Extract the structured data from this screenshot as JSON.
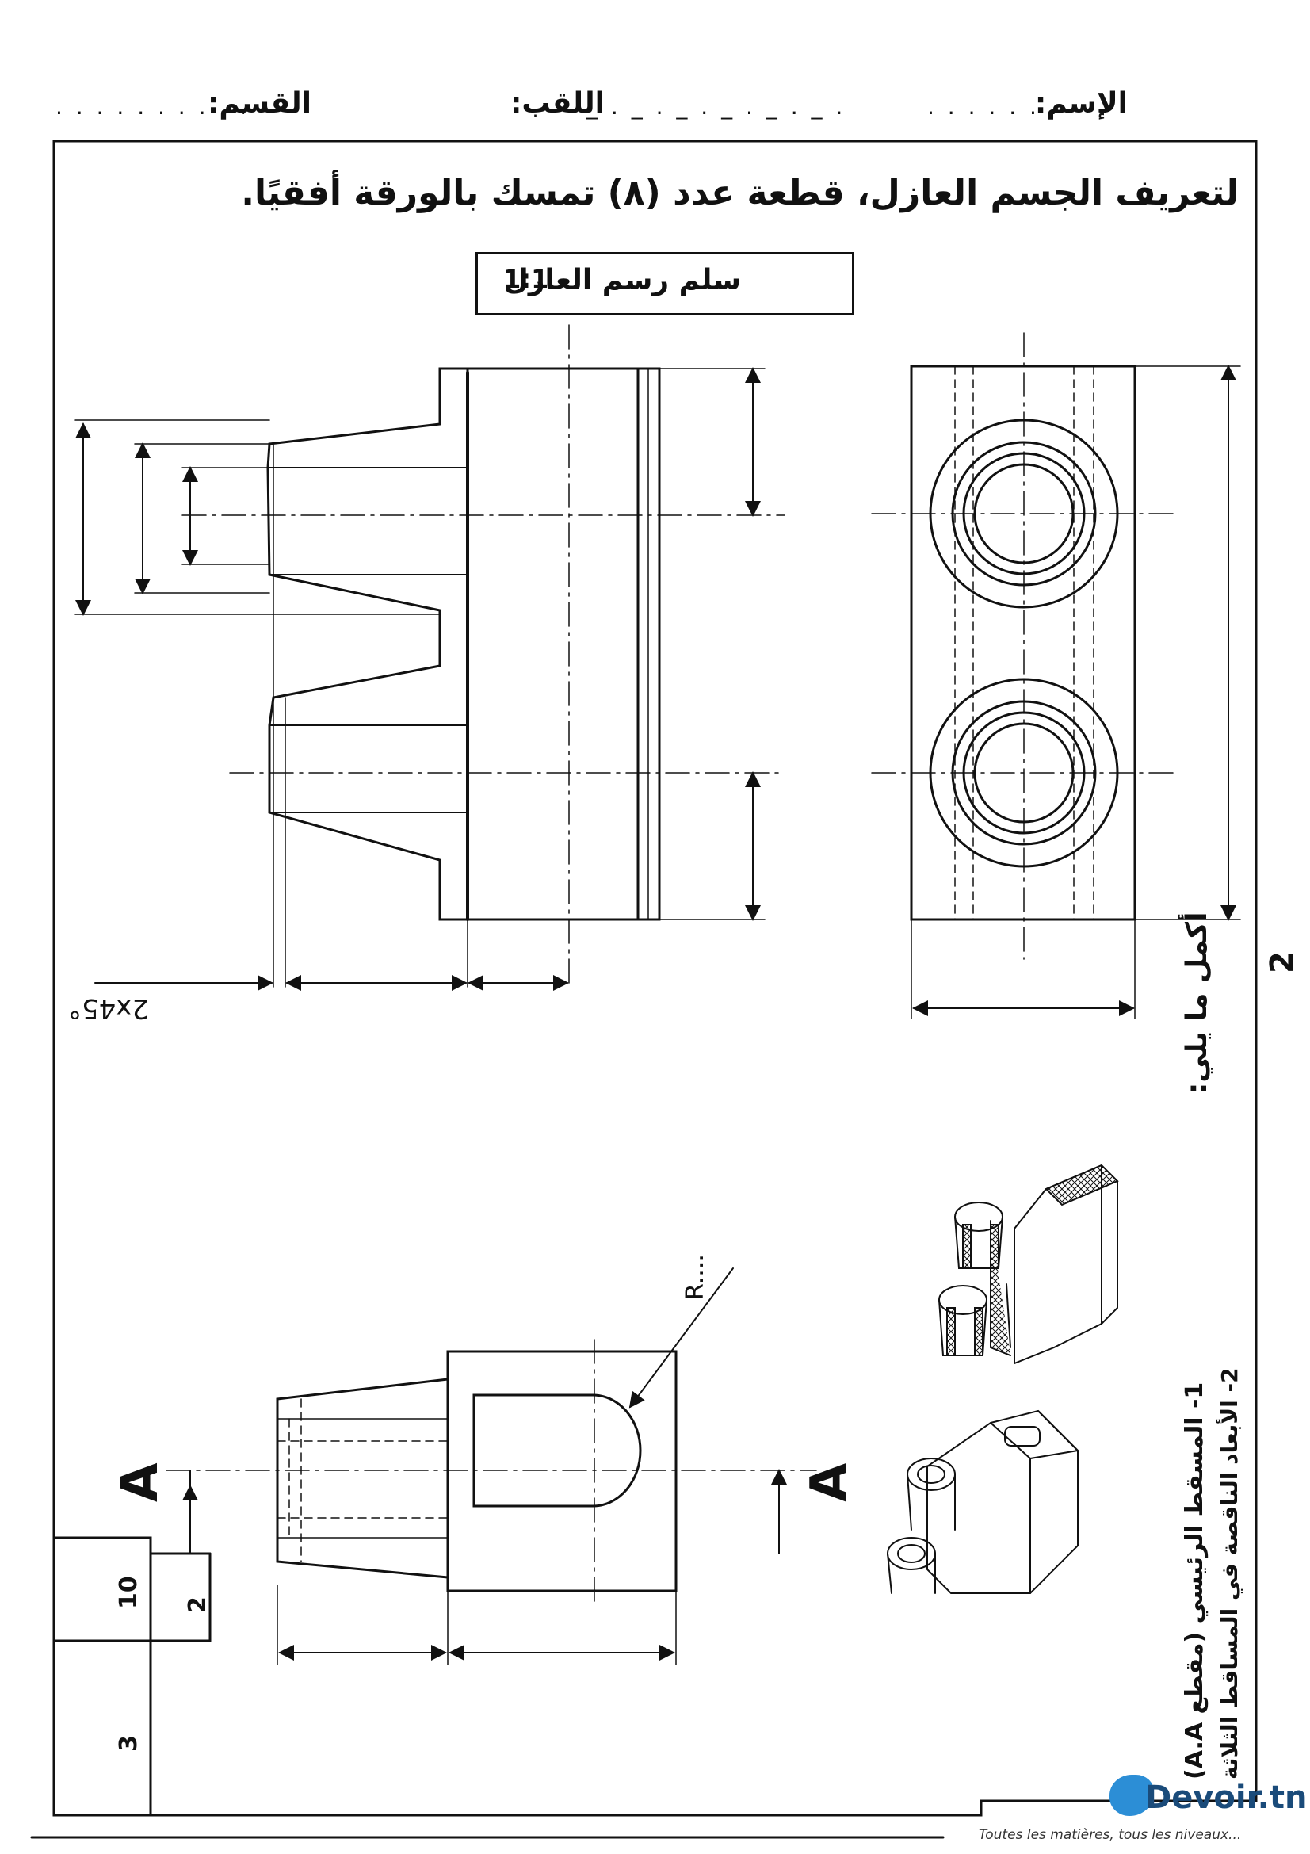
{
  "header": {
    "name_label": "الإسم:",
    "surname_label": "اللقب:",
    "class_label": "القسم:"
  },
  "instruction": {
    "text": "لتعريف الجسم العازل، قطعة عدد (٨) تمسك بالورقة أفقيًا."
  },
  "scale_box": {
    "label": "سلم رسم العازل",
    "scale": "1:1"
  },
  "annotations": {
    "chamfer": "2x45°",
    "radius": "R....",
    "section_letter": "A",
    "page_number": "2"
  },
  "task": {
    "intro": "أكمل ما يلي:",
    "item1": "1- المسقط الرئيسي (مقطع A.A)",
    "item2": "2- الأبعاد الناقصة في المساقط الثلاثة"
  },
  "marks": {
    "total": "10",
    "part": "2",
    "part2": "3"
  },
  "logo": {
    "brand": "Devoir.tn",
    "tagline": "Toutes les matières, tous les niveaux...",
    "color": "#1a4b7a"
  }
}
